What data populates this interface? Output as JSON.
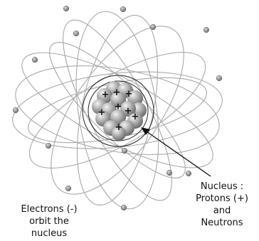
{
  "labels": {
    "electrons": [
      "Electrons (-)",
      "orbit the",
      "nucleus"
    ],
    "nucleus": [
      "Nucleus :",
      "Protons (+)",
      "and",
      "Neutrons"
    ]
  },
  "icons": {
    "proton_symbol": "+"
  },
  "colors": {
    "orbit": "#a8a8a8",
    "electron": "#8c8c8c",
    "nucleon": "#9a9a9a",
    "shell": "#222222",
    "arrow": "#111111"
  }
}
